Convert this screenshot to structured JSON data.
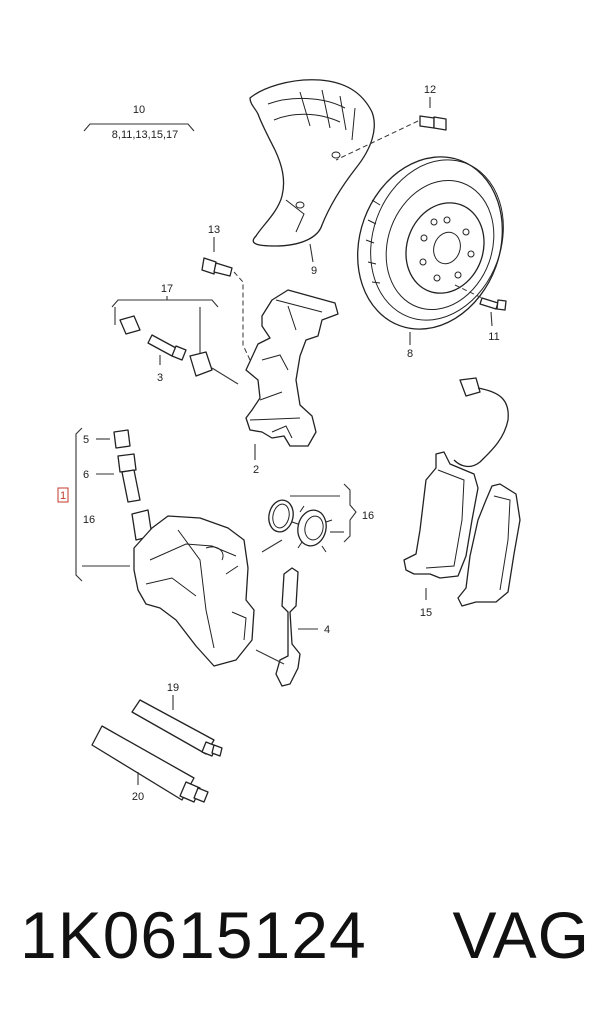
{
  "callouts": {
    "c10": "10",
    "c10_list": "8,11,13,15,17",
    "c12": "12",
    "c9": "9",
    "c8": "8",
    "c11": "11",
    "c13": "13",
    "c17": "17",
    "c3": "3",
    "c2": "2",
    "c5": "5",
    "c6": "6",
    "c1": "1",
    "c16a": "16",
    "c16b": "16",
    "c15": "15",
    "c4": "4",
    "c19": "19",
    "c20": "20"
  },
  "caption": {
    "part_number": "1K0615124",
    "brand": "VAG"
  }
}
